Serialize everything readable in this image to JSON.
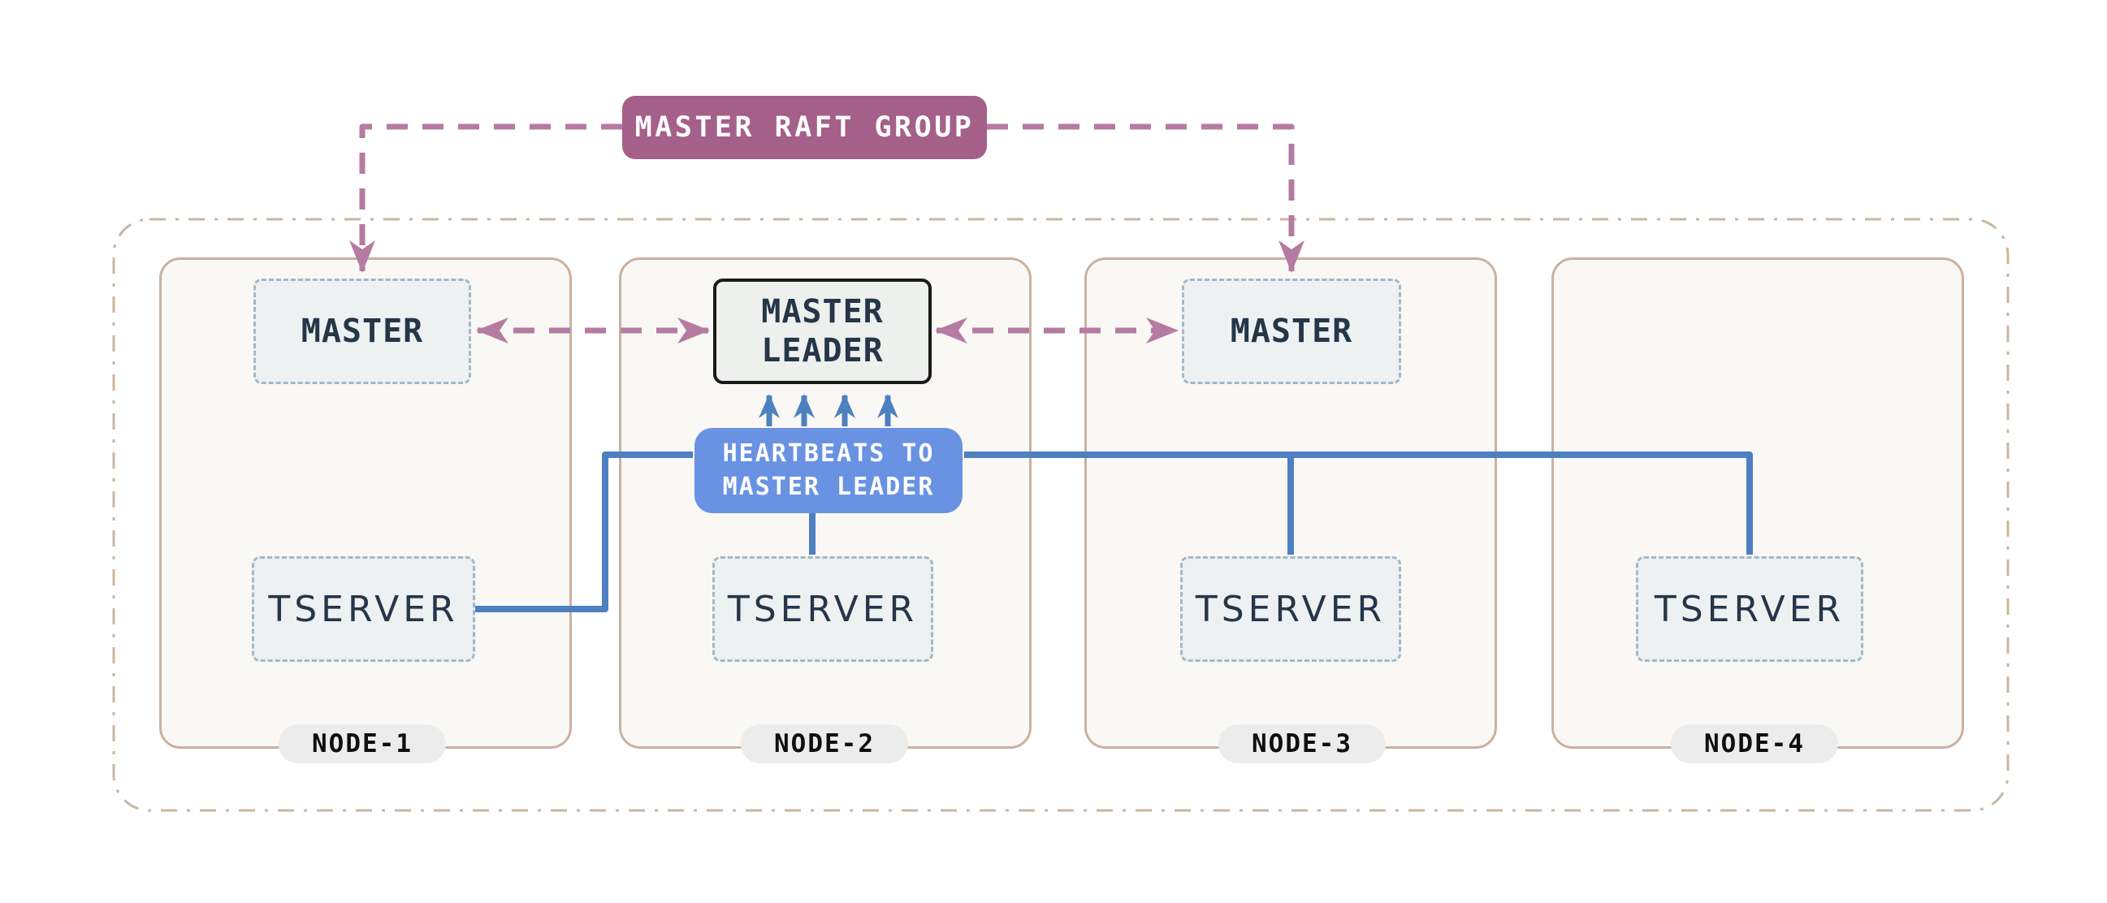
{
  "diagram": {
    "raft_group_label": "MASTER RAFT GROUP",
    "heartbeats_label": {
      "line1": "HEARTBEATS TO",
      "line2": "MASTER LEADER"
    },
    "nodes": [
      {
        "label": "NODE-1",
        "master": "MASTER",
        "tserver": "TSERVER"
      },
      {
        "label": "NODE-2",
        "master": "MASTER LEADER",
        "tserver": "TSERVER"
      },
      {
        "label": "NODE-3",
        "master": "MASTER",
        "tserver": "TSERVER"
      },
      {
        "label": "NODE-4",
        "tserver": "TSERVER"
      }
    ],
    "edges": [
      "master-raft-group to node-1 master (dashed)",
      "master-raft-group to node-3 master (dashed)",
      "node-1 master to master-leader (dashed,双 arrows)",
      "master-leader to node-3 master (dashed, double arrows)",
      "tserver heartbeats to master leader (solid blue)"
    ],
    "colors": {
      "raft_bg": "#a5608a",
      "purple": "#b57ba1",
      "hb_bg": "#6992e3",
      "blue": "#4d80c0",
      "node_border": "#c9b2a0",
      "node_bg": "#faf8f5",
      "outer_border": "#c9b6a2",
      "box_bg": "#edf1f2",
      "box_border": "#a2b8c6",
      "ml_border": "#1a1a1a",
      "ml_bg": "#eef0ee",
      "dark": "#263649",
      "pill_bg": "#ececec",
      "pill_text": "#0f0f0f",
      "page_bg": "#ffffff"
    }
  }
}
